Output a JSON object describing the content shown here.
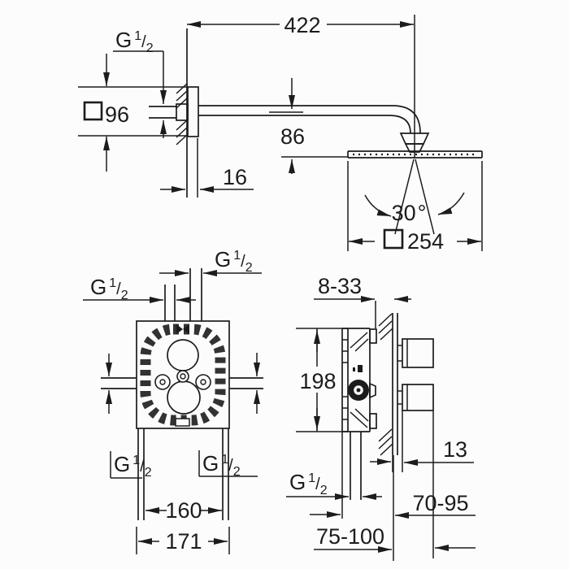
{
  "labels": {
    "g_half": {
      "g": "G",
      "sup": "1",
      "slash": "/",
      "sub": "2"
    }
  },
  "top_view": {
    "arm_length": "422",
    "escutcheon_width": "96",
    "drop_height": "86",
    "escutcheon_depth": "16",
    "swivel_angle": "30",
    "degree_symbol": "°",
    "head_size": "254"
  },
  "front_view": {
    "port_spacing": "160",
    "overall_width": "171"
  },
  "side_view": {
    "recess_depth_range": "8-33",
    "body_height": "198",
    "handle_projection": "13",
    "install_depth_wall": "70-95",
    "install_depth_total": "75-100"
  }
}
